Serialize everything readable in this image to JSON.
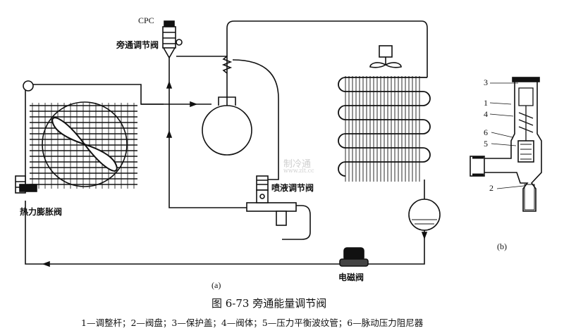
{
  "labels": {
    "cpc": "CPC",
    "bypass_valve": "旁通调节阀",
    "expansion_valve": "热力膨胀阀",
    "injection_valve": "喷液调节阀",
    "solenoid_valve": "电磁阀",
    "sub_a": "(a)",
    "sub_b": "(b)"
  },
  "part_numbers": [
    "3",
    "1",
    "4",
    "6",
    "5",
    "2"
  ],
  "caption": {
    "title": "图 6-73    旁通能量调节阀",
    "legend": "1—调整杆；2—阀盘；3—保护盖；4—阀体；5—压力平衡波纹管；6—脉动压力阻尼器"
  },
  "watermark": {
    "name": "制冷通",
    "url": "www.zlt.cc"
  }
}
